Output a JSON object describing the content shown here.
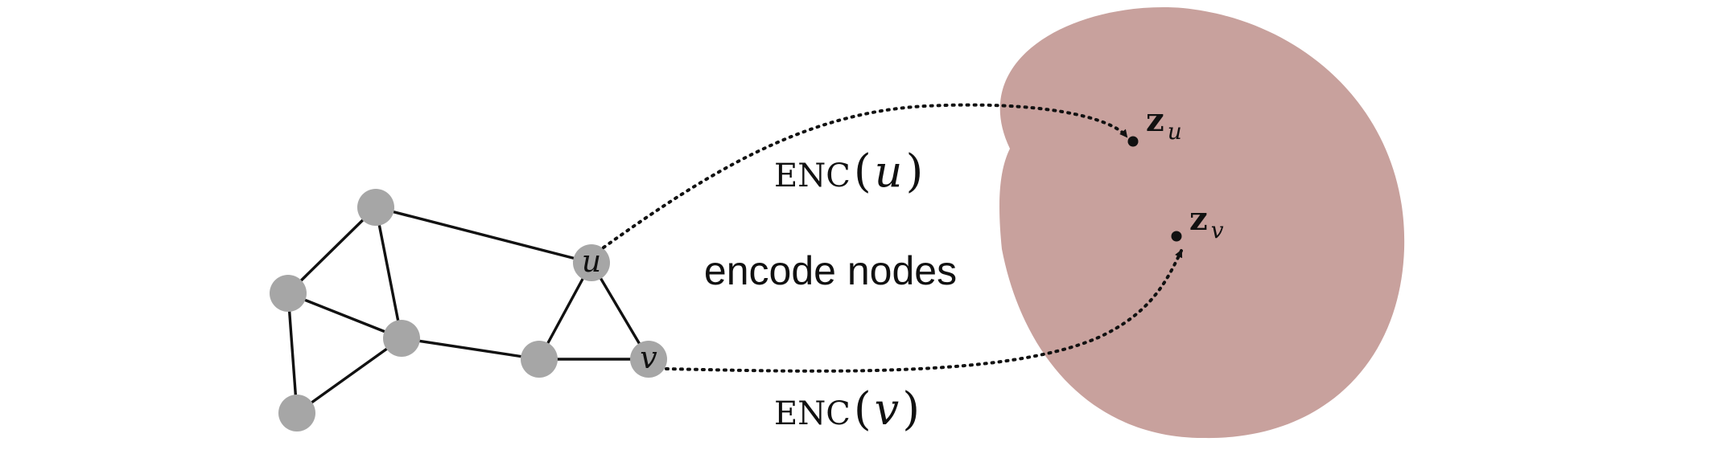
{
  "diagram": {
    "middle_label": "encode nodes",
    "nodes": {
      "u": "u",
      "v": "v"
    },
    "encoders": {
      "u": {
        "prefix": "ENC",
        "open": "(",
        "arg": "u",
        "close": ")"
      },
      "v": {
        "prefix": "ENC",
        "open": "(",
        "arg": "v",
        "close": ")"
      }
    },
    "embeddings": {
      "u": {
        "base": "z",
        "sub": "u"
      },
      "v": {
        "base": "z",
        "sub": "v"
      }
    },
    "colors": {
      "embedding_space": "#c8a19d",
      "node": "#a6a6a6",
      "edge": "#111111"
    }
  }
}
